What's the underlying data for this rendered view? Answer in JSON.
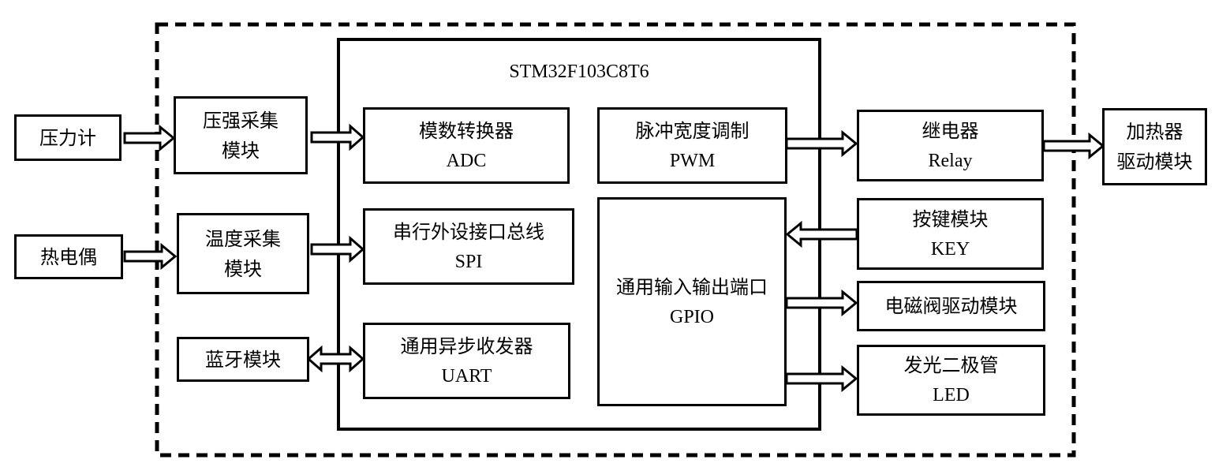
{
  "mcu": {
    "title": "STM32F103C8T6"
  },
  "sensors": {
    "pressure_gauge": "压力计",
    "thermocouple": "热电偶"
  },
  "modules": {
    "pressure_acq": [
      "压强采集",
      "模块"
    ],
    "temp_acq": [
      "温度采集",
      "模块"
    ],
    "bluetooth": "蓝牙模块"
  },
  "peripherals": {
    "adc": [
      "模数转换器",
      "ADC"
    ],
    "spi": [
      "串行外设接口总线",
      "SPI"
    ],
    "uart": [
      "通用异步收发器",
      "UART"
    ],
    "pwm": [
      "脉冲宽度调制",
      "PWM"
    ],
    "gpio": [
      "通用输入输出端口",
      "GPIO"
    ]
  },
  "outputs": {
    "relay": [
      "继电器",
      "Relay"
    ],
    "key": [
      "按键模块",
      "KEY"
    ],
    "solenoid": "电磁阀驱动模块",
    "led": [
      "发光二极管",
      "LED"
    ],
    "heater": [
      "加热器",
      "驱动模块"
    ]
  }
}
